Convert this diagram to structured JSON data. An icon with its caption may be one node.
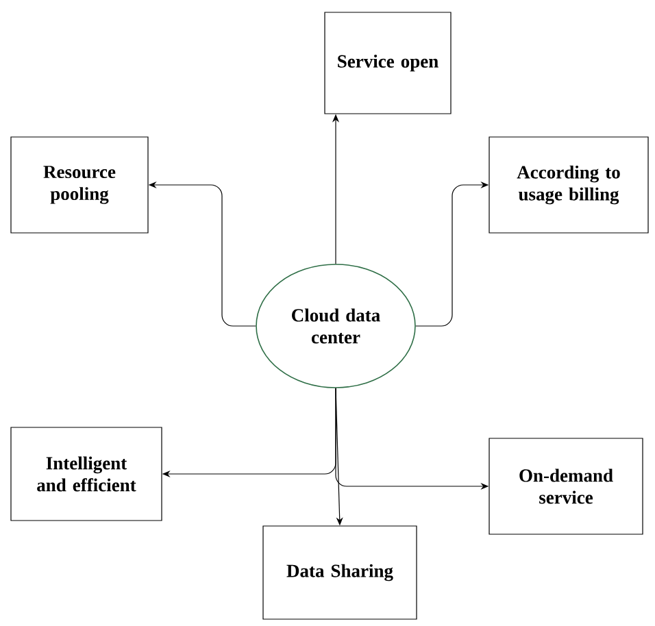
{
  "diagram": {
    "nodes": [
      {
        "text": [
          "Service open"
        ]
      },
      {
        "text": [
          "Resource pooling"
        ]
      },
      {
        "text": [
          "According to usage billing"
        ]
      },
      {
        "text": [
          "Cloud data center"
        ]
      },
      {
        "text": [
          "Intelligent and efficient"
        ]
      },
      {
        "text": [
          "On-demand service"
        ]
      },
      {
        "text": [
          "Data Sharing"
        ]
      }
    ],
    "edges": [
      {
        "from": 3,
        "to": 0,
        "arrow": "to"
      },
      {
        "from": 3,
        "to": 1,
        "arrow": "to"
      },
      {
        "from": 3,
        "to": 2,
        "arrow": "to"
      },
      {
        "from": 3,
        "to": 4,
        "arrow": "to"
      },
      {
        "from": 3,
        "to": 5,
        "arrow": "to"
      },
      {
        "from": 3,
        "to": 6,
        "arrow": "to"
      }
    ]
  }
}
